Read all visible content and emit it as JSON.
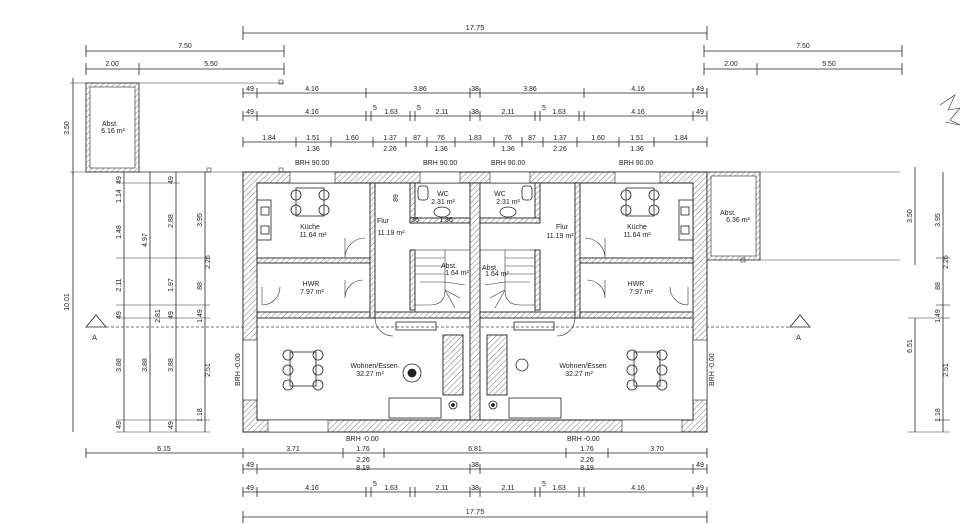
{
  "dimensions": {
    "overall_top": "17.75",
    "overall_bottom": "17.75",
    "carport_left_width": "7.50",
    "carport_left_parts": [
      "2.00",
      "5.50"
    ],
    "carport_right_width": "7.50",
    "carport_right_parts": [
      "2.00",
      "5.50"
    ],
    "carport_left_height": "3.50",
    "carport_right_height": "3.50",
    "top_row1": [
      "49",
      "4.16",
      "3.86",
      "38",
      "3.86",
      "4.16",
      "49"
    ],
    "top_row2": [
      "49",
      "4.16",
      "1.63",
      "2.11",
      "38",
      "2.11",
      "1.63",
      "4.16",
      "49"
    ],
    "top_row3": [
      "1.84",
      "1.51",
      "1.60",
      "1.37",
      "87",
      "76",
      "1.83",
      "76",
      "87",
      "1.37",
      "1.60",
      "1.51",
      "1.84"
    ],
    "top_row4": [
      "1.36",
      "2.26",
      "1.36",
      "1.36",
      "2.26",
      "1.36"
    ],
    "left_col_outer": "10.01",
    "left_col_a": [
      "49",
      "1.14",
      "1.48",
      "2.11",
      "49",
      "3.88",
      "49"
    ],
    "left_col_b": [
      "4.97",
      "2.81",
      "3.88"
    ],
    "left_col_c": [
      "49",
      "2.88",
      "1.97",
      "49",
      "3.88",
      "49"
    ],
    "left_col_d": [
      "3.95",
      "2.26",
      "88",
      "1.49",
      "2.51",
      "1.18"
    ],
    "right_col": [
      "3.95",
      "2.26",
      "88",
      "1.49",
      "2.51",
      "1.18"
    ],
    "right_col_outer": "6.51",
    "bottom_row1": [
      "6.15",
      "3.71",
      "1.76",
      "6.81",
      "1.76",
      "3.70"
    ],
    "bottom_row2": [
      "2.26",
      "2.26"
    ],
    "bottom_row3": [
      "49",
      "8.19",
      "38",
      "8.19",
      "49"
    ],
    "bottom_row4": [
      "49",
      "4.16",
      "1.63",
      "2.11",
      "38",
      "2.11",
      "1.63",
      "4.16",
      "49"
    ],
    "small_marks": [
      "5",
      "5",
      "5",
      "5",
      "5"
    ]
  },
  "brh": {
    "top_1": "BRH 90.00",
    "top_2": "BRH 90.00",
    "top_3": "BRH 90.00",
    "top_4": "BRH 90.00",
    "bottom_1": "BRH -0.00",
    "bottom_2": "BRH -0.00",
    "side_left": "BRH -0.00",
    "side_right": "BRH -0.00"
  },
  "rooms": {
    "abst_left": {
      "name": "Abst.",
      "area": "6.16 m²"
    },
    "abst_right": {
      "name": "Abst.",
      "area": "6.36 m²"
    },
    "kueche_left": {
      "name": "Küche",
      "area": "11.64 m²"
    },
    "kueche_right": {
      "name": "Küche",
      "area": "11.64 m²"
    },
    "flur_left": {
      "name": "Flur",
      "area": "11.19 m²"
    },
    "flur_right": {
      "name": "Flur",
      "area": "11.19 m²"
    },
    "wc_left": {
      "name": "WC",
      "area": "2.31 m²"
    },
    "wc_right": {
      "name": "WC",
      "area": "2.31 m²"
    },
    "abst_stair_left": {
      "name": "Abst.",
      "area": "1.64 m²"
    },
    "abst_stair_right": {
      "name": "Abst.",
      "area": "1.64 m²"
    },
    "hwr_left": {
      "name": "HWR",
      "area": "7.97 m²"
    },
    "hwr_right": {
      "name": "HWR",
      "area": "7.97 m²"
    },
    "wohnen_left": {
      "name": "Wohnen/Essen",
      "area": "32.27 m²"
    },
    "wohnen_right": {
      "name": "Wohnen/Essen",
      "area": "32.27 m²"
    }
  },
  "section": {
    "left": "A",
    "right": "A"
  },
  "wc_inner_dims": [
    "36",
    "1.86",
    "89"
  ]
}
